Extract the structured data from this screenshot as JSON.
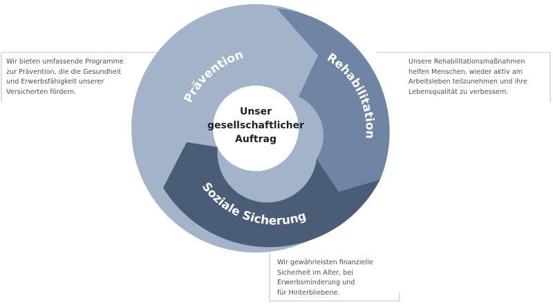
{
  "center": {
    "title": "Unser\ngesellschaftlicher\nAuftrag"
  },
  "segments": [
    {
      "label": "Prävention",
      "color": "#a3b3c9"
    },
    {
      "label": "Rehabilitation",
      "color": "#6f85a3"
    },
    {
      "label": "Soziale Sicherung",
      "color": "#4a5c76"
    }
  ],
  "callouts": [
    {
      "text": "Wir bieten umfassende Programme\nzur Prävention, die die Gesundheit\nund Erwerbsfähigkeit unserer\nVersicherten fördern."
    },
    {
      "text": "Unsere Rehabilitationsmaßnahmen\nhelfen Menschen, wieder aktiv am\nArbeitsleben teilzunehmen und ihre\nLebensqualität zu verbessern."
    },
    {
      "text": "Wir gewährleisten finanzielle\nSicherheit im Alter, bei\nErwerbsminderung und\nfür Hinterbliebene."
    }
  ],
  "colors": {
    "center_fill": "#ffffff",
    "label_color": "#ffffff",
    "connector": "#b8bcc2"
  }
}
